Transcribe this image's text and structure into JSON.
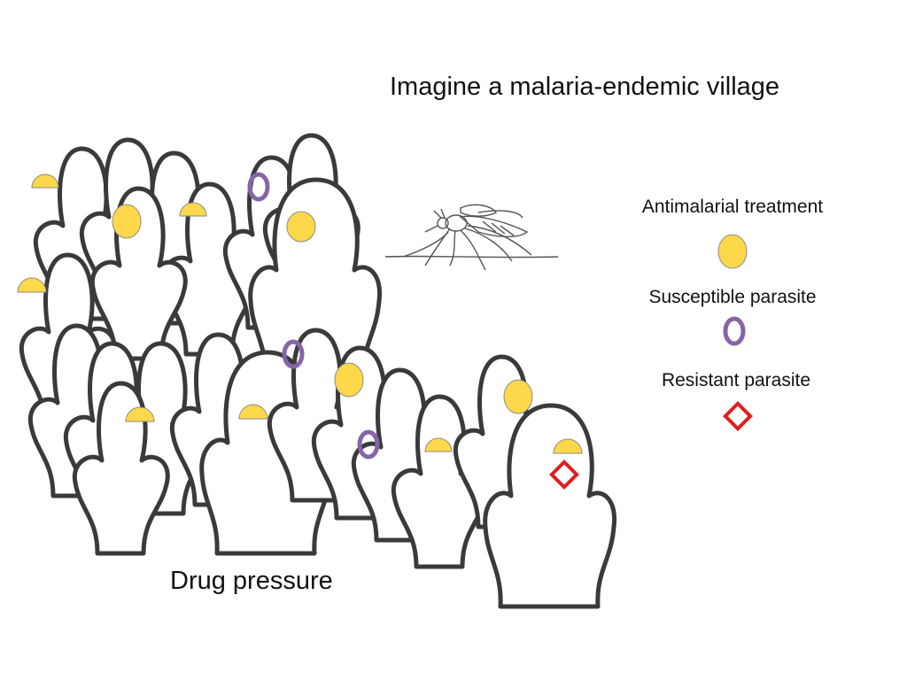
{
  "title": "Imagine a malaria-endemic village",
  "caption": "Drug pressure",
  "legend": {
    "treatment": "Antimalarial treatment",
    "susceptible": "Susceptible parasite",
    "resistant": "Resistant parasite"
  },
  "colors": {
    "treatment": "#fcd84a",
    "susceptible": "#8466a8",
    "resistant": "#e01e1e",
    "outline": "#3a3a3a"
  },
  "icons": [
    "person-silhouette",
    "treatment-pill-icon",
    "susceptible-parasite-icon",
    "resistant-parasite-icon",
    "mosquito-icon"
  ]
}
